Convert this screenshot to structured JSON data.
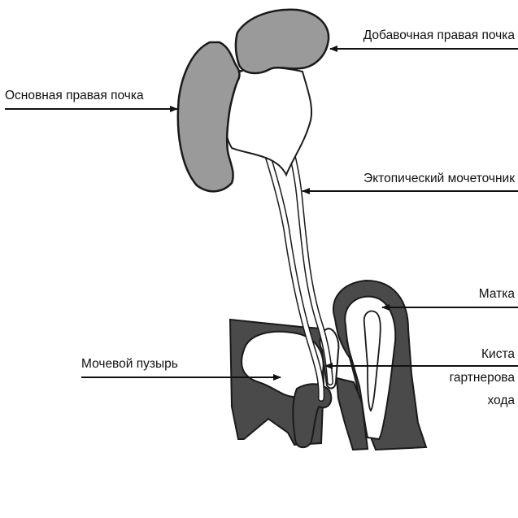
{
  "labels": {
    "accessory_kidney": "Добавочная правая почка",
    "main_kidney": "Основная правая почка",
    "ectopic_ureter": "Эктопический мочеточник",
    "uterus": "Матка",
    "gartner_cyst_line1": "Киста",
    "gartner_cyst_line2": "гартнерова",
    "gartner_cyst_line3": "хода",
    "bladder": "Мочевой пузырь"
  },
  "colors": {
    "kidney_fill": "#9a9a9a",
    "pelvis_dark": "#4a4a4a",
    "outline": "#1a1a1a",
    "background": "#ffffff"
  }
}
